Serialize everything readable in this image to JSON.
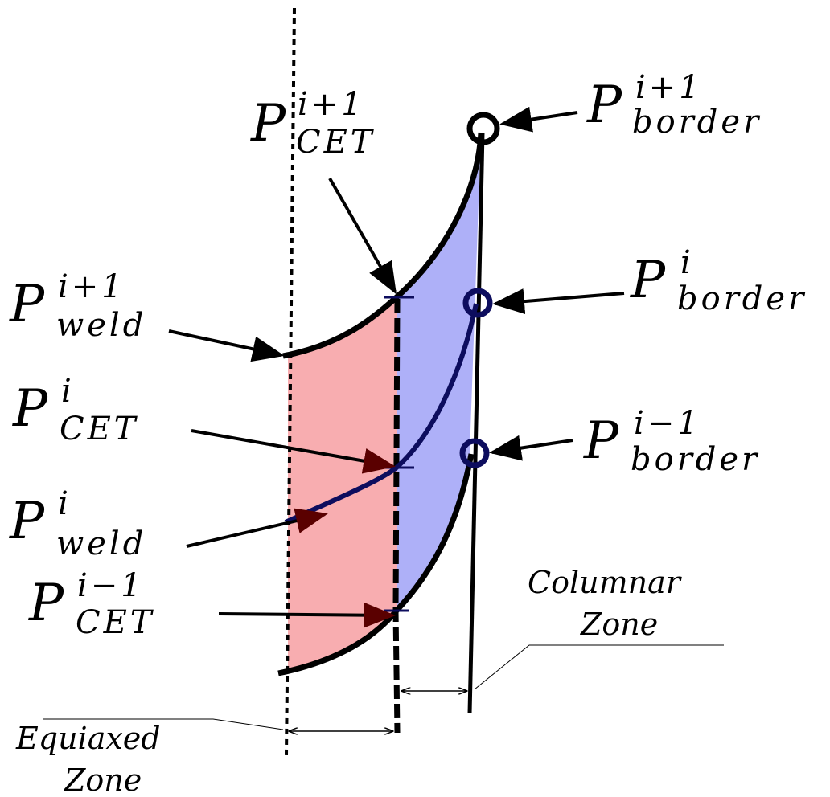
{
  "symbol": "P",
  "labels": {
    "cet_ip1": {
      "sub": "CET",
      "sup": "i+1"
    },
    "cet_i": {
      "sub": "CET",
      "sup": "i"
    },
    "cet_im1": {
      "sub": "CET",
      "sup": "i−1"
    },
    "weld_ip1": {
      "sub": "weld",
      "sup": "i+1"
    },
    "weld_i": {
      "sub": "weld",
      "sup": "i"
    },
    "border_ip1": {
      "sub": "border",
      "sup": "i+1"
    },
    "border_i": {
      "sub": "border",
      "sup": "i"
    },
    "border_im1": {
      "sub": "border",
      "sup": "i−1"
    }
  },
  "zones": {
    "columnar": {
      "line1": "Columnar",
      "line2": "Zone"
    },
    "equiaxed": {
      "line1": "Equiaxed",
      "line2": "Zone"
    }
  },
  "colors": {
    "equiaxed_fill": "#f8adb0",
    "columnar_fill": "#aeb0f8",
    "weld_curve": "#0d0d5e",
    "cet_arrow": "#5a0000",
    "marker": "#0d0d5e"
  }
}
